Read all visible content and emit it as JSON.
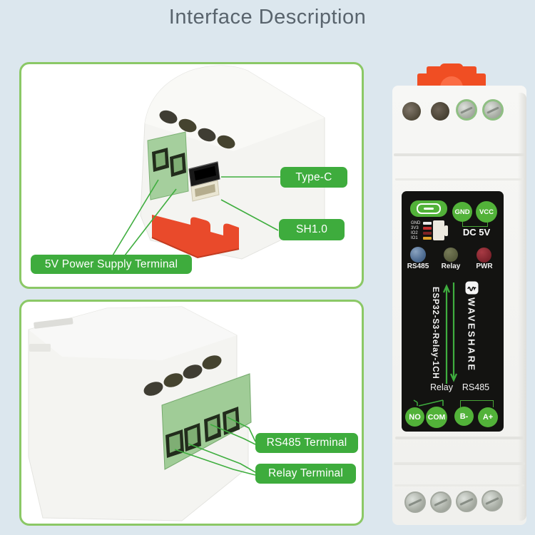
{
  "title": "Interface Description",
  "labels": {
    "type_c": "Type-C",
    "sh10": "SH1.0",
    "power": "5V Power Supply Terminal",
    "rs485": "RS485 Terminal",
    "relay": "Relay Terminal"
  },
  "module": {
    "gnd": "GND",
    "vcc": "VCC",
    "dc": "DC 5V",
    "pins": [
      "GND",
      "3V3",
      "IO2",
      "IO1"
    ],
    "leds": {
      "rs485": "RS485",
      "relay": "Relay",
      "pwr": "PWR"
    },
    "product": "ESP32-S3-Relay-1CH",
    "brand": "WAVESHARE",
    "groups": {
      "relay": "Relay",
      "rs485": "RS485"
    },
    "terms": {
      "no": "NO",
      "com": "COM",
      "b": "B-",
      "a": "A+"
    }
  },
  "colors": {
    "background": "#dce7ee",
    "panel_border": "#8bc866",
    "label_green": "#3eac3d",
    "accent_green": "#52b239",
    "line_green": "#3fae3f",
    "clip_orange": "#f04e23",
    "faceplate_black": "#131311",
    "led_rs485": "#4a688e",
    "led_relay": "#565a3c",
    "led_pwr": "#7c222b",
    "title_gray": "#59646d"
  }
}
